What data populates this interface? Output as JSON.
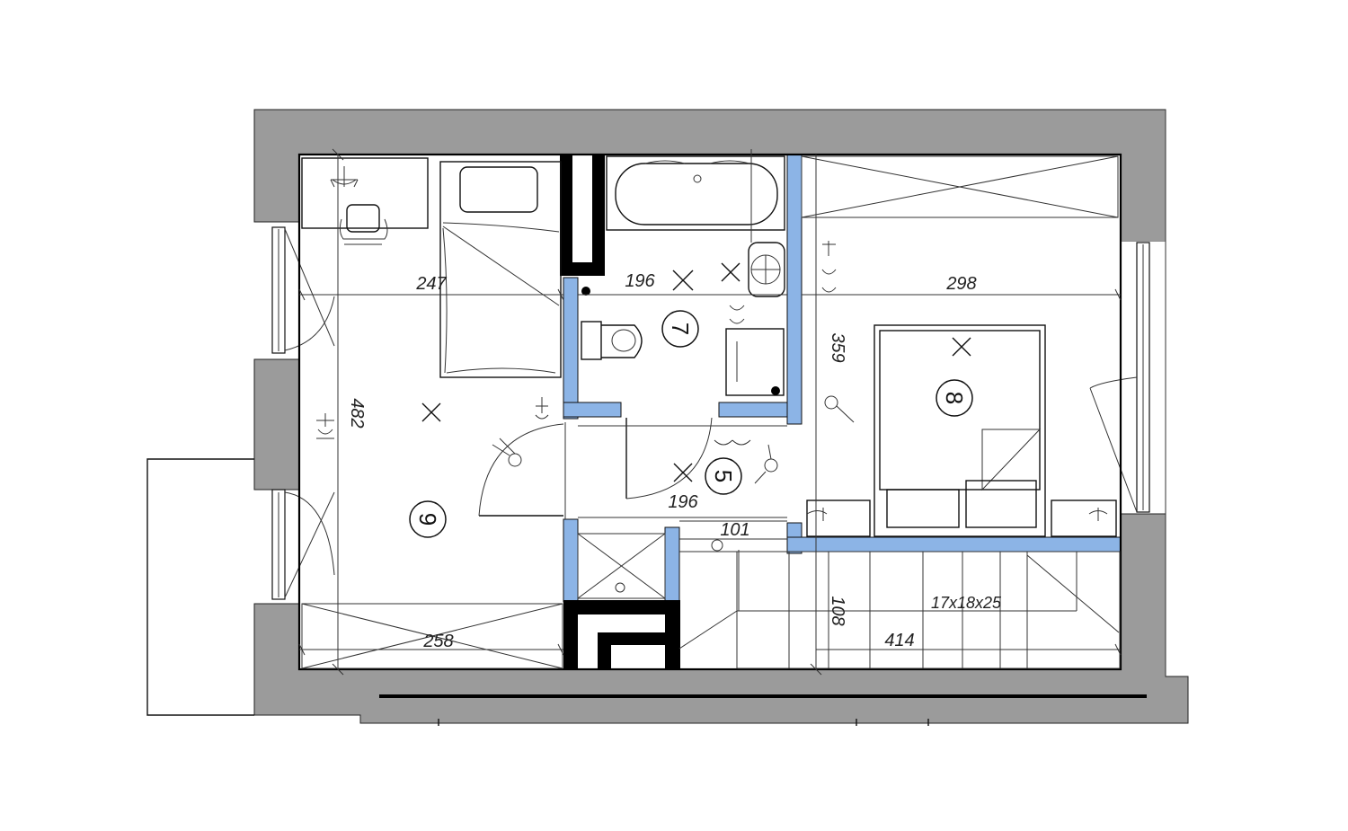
{
  "colors": {
    "outer_wall": "#9b9b9b",
    "partition": "#8cb4e6",
    "line": "#111111",
    "background": "#ffffff"
  },
  "rooms": [
    {
      "number": "9"
    },
    {
      "number": "7"
    },
    {
      "number": "5"
    },
    {
      "number": "8"
    }
  ],
  "dimensions": {
    "d247": "247",
    "d196_bath": "196",
    "d298": "298",
    "d359": "359",
    "d482": "482",
    "d196_hall": "196",
    "d101": "101",
    "d258": "258",
    "d108": "108",
    "d414": "414"
  },
  "stairs": {
    "label": "17x18x25"
  }
}
